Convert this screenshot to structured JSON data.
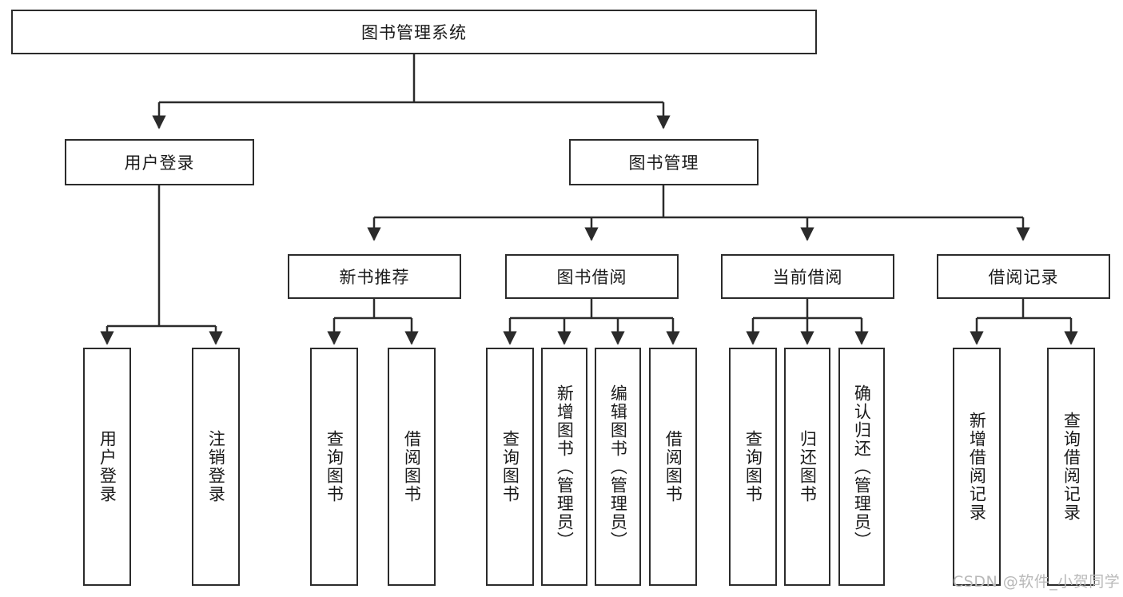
{
  "diagram": {
    "type": "tree",
    "title": "图书管理系统",
    "watermark": "CSDN @软件_小贺同学",
    "colors": {
      "background": "#ffffff",
      "border": "#2b2b2b",
      "text": "#1a1a1a",
      "connector": "#2b2b2b",
      "watermark": "#b9b9b9"
    },
    "nodes": {
      "root": "图书管理系统",
      "level2": {
        "user_login": "用户登录",
        "book_manage": "图书管理"
      },
      "level3": {
        "new_book_rec": "新书推荐",
        "book_borrow": "图书借阅",
        "current_borrow": "当前借阅",
        "borrow_record": "借阅记录"
      },
      "leaves": {
        "user_login_1": "用户登录",
        "user_login_2": "注销登录",
        "new_book_rec_1": "查询图书",
        "new_book_rec_2": "借阅图书",
        "book_borrow_1": "查询图书",
        "book_borrow_2": "新增图书（管理员）",
        "book_borrow_3": "编辑图书（管理员）",
        "book_borrow_4": "借阅图书",
        "current_borrow_1": "查询图书",
        "current_borrow_2": "归还图书",
        "current_borrow_3": "确认归还（管理员）",
        "borrow_record_1": "新增借阅记录",
        "borrow_record_2": "查询借阅记录"
      }
    }
  }
}
